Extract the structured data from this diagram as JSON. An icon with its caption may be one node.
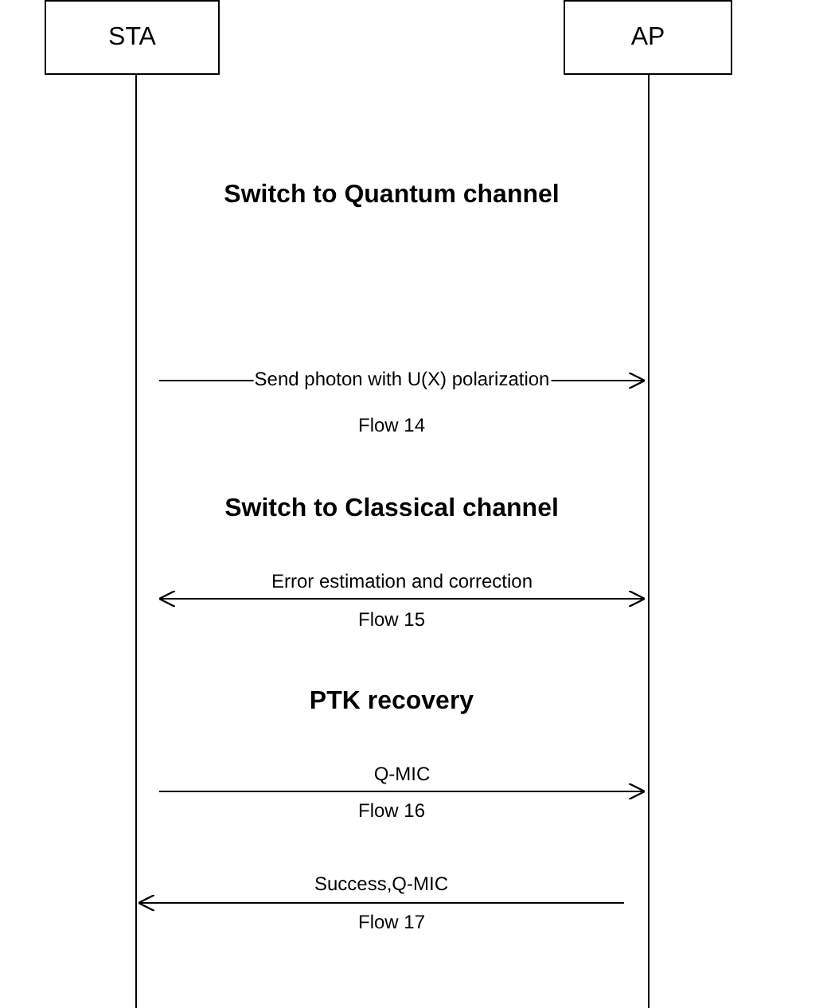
{
  "diagram": {
    "nodes": [
      {
        "text": [
          "STA"
        ]
      },
      {
        "text": [
          "AP"
        ]
      }
    ],
    "edges": [
      {
        "from": 0,
        "to": 1,
        "arrow": "to",
        "label": "Send photon with U(X) polarization"
      },
      {
        "from": 0,
        "to": 1,
        "arrow": "both",
        "label": "Error estimation and correction"
      },
      {
        "from": 0,
        "to": 1,
        "arrow": "to",
        "label": "Q-MIC"
      },
      {
        "from": 1,
        "to": 0,
        "arrow": "to",
        "label": "Success,Q-MIC"
      }
    ],
    "labels": [
      "Switch to Quantum channel",
      "Flow 14",
      "Switch to Classical channel",
      "Flow 15",
      "PTK recovery",
      "Flow 16",
      "Flow 17"
    ]
  }
}
